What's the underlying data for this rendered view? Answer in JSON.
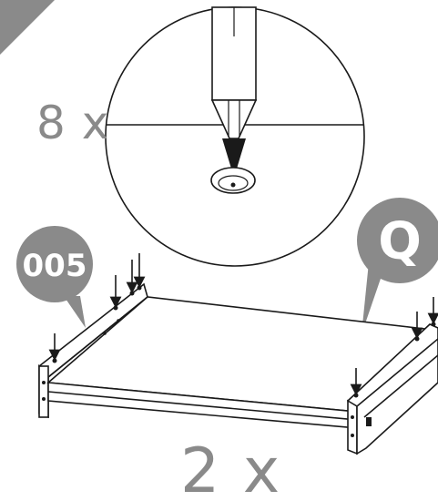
{
  "detail": {
    "count_label": "8 x"
  },
  "badges": {
    "left_part": "005",
    "right_part": "Q"
  },
  "assembly": {
    "count_label": "2 x"
  },
  "colors": {
    "corner_triangle": "#8a8a8a",
    "badge_fill": "#8a8a8a",
    "line": "#1a1a1a",
    "label_gray": "#8a8a8a"
  },
  "icons": {
    "insertion_arrow": "arrow-down-icon",
    "pencil": "pencil-icon",
    "hole": "hole-icon"
  }
}
